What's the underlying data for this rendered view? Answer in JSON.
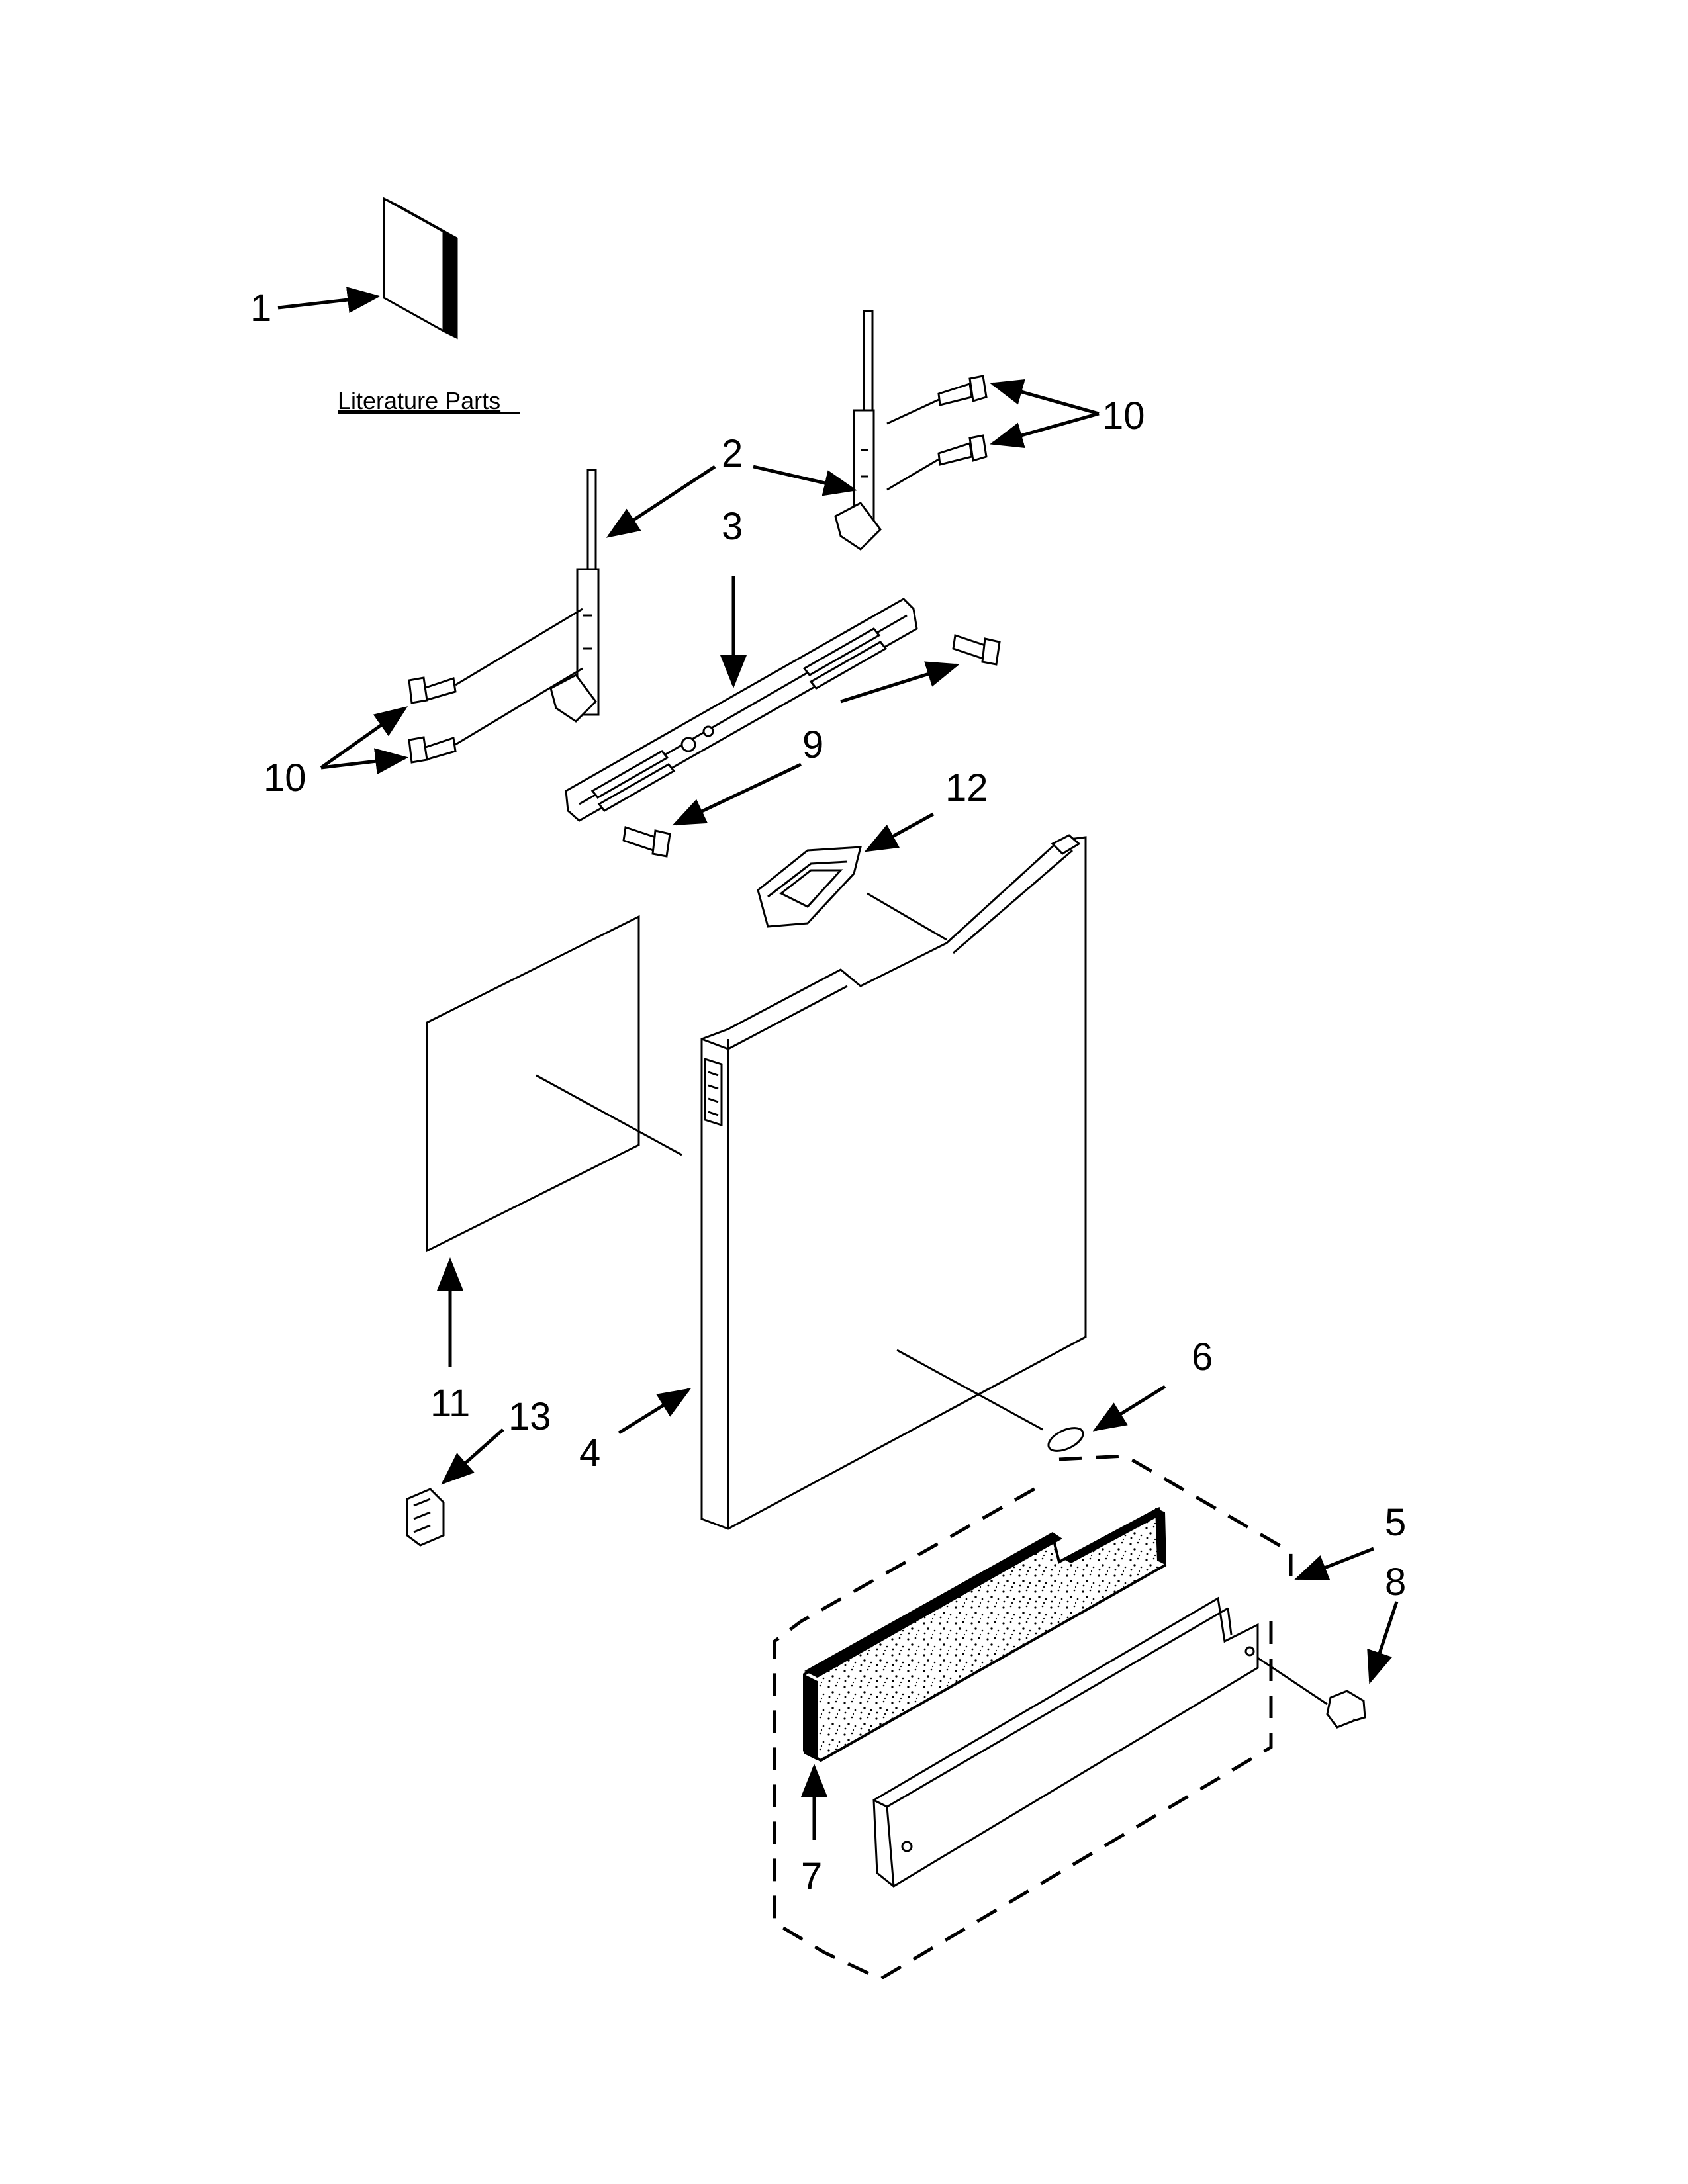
{
  "diagram": {
    "literature_label": "Literature Parts",
    "callouts": {
      "c1": "1",
      "c2": "2",
      "c3": "3",
      "c4": "4",
      "c5": "5",
      "c6": "6",
      "c7": "7",
      "c8": "8",
      "c9": "9",
      "c10a": "10",
      "c10b": "10",
      "c11": "11",
      "c12": "12",
      "c13": "13"
    }
  }
}
